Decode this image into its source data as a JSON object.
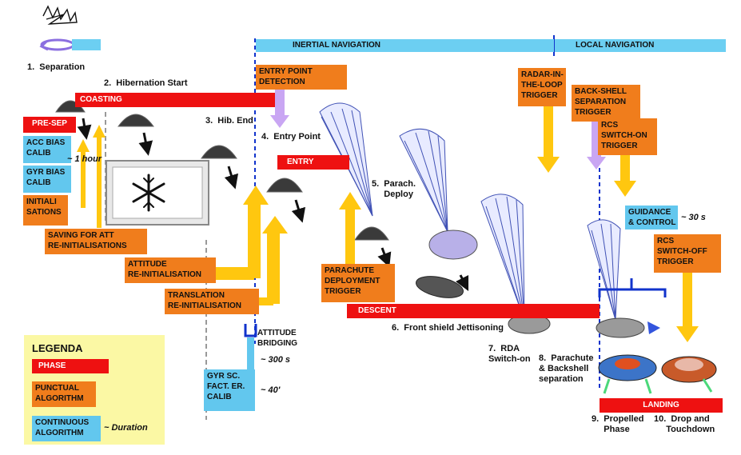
{
  "navigation": {
    "inertial": "INERTIAL NAVIGATION",
    "local": "LOCAL NAVIGATION"
  },
  "steps": {
    "s1": "1.  Separation",
    "s2": "2.  Hibernation Start",
    "s3": "3.  Hib. End",
    "s4": "4.  Entry Point",
    "s5": "5.  Parach.\n     Deploy",
    "s6": "6.  Front shield Jettisoning",
    "s7": "7.  RDA\nSwitch-on",
    "s8": "8.  Parachute\n& Backshell\nseparation",
    "s9": "9.  Propelled\n     Phase",
    "s10": "10.  Drop and\n     Touchdown"
  },
  "phases": {
    "coasting": "COASTING",
    "entry": "ENTRY",
    "descent": "DESCENT",
    "landing": "LANDING",
    "pre_sep": "PRE-SEP"
  },
  "punctual": {
    "entry_point_detection": "ENTRY POINT\nDETECTION",
    "initialisations": "INITIALI\nSATIONS",
    "saving_att": "SAVING FOR ATT\nRE-INITIALISATIONS",
    "attitude_reinit": "ATTITUDE\nRE-INITIALISATION",
    "translation_reinit": "TRANSLATION\nRE-INITIALISATION",
    "parachute_trigger": "PARACHUTE\nDEPLOYMENT\nTRIGGER",
    "radar_trigger": "RADAR-IN-\nTHE-LOOP\nTRIGGER",
    "backshell_trigger": "BACK-SHELL\nSEPARATION\nTRIGGER",
    "rcs_on_trigger": "RCS\nSWITCH-ON\nTRIGGER",
    "rcs_off_trigger": "RCS\nSWITCH-OFF\nTRIGGER"
  },
  "continuous": {
    "acc_bias": "ACC BIAS\nCALIB",
    "gyr_bias": "GYR BIAS\nCALIB",
    "gyr_sc": "GYR SC.\nFACT. ER.\nCALIB",
    "guidance": "GUIDANCE\n& CONTROL"
  },
  "attitude_bridging": "ATTITUDE\nBRIDGING",
  "durations": {
    "one_hour": "~ 1 hour",
    "thirty_s": "~ 30 s",
    "three_hundred_s": "~ 300 s",
    "forty": "~ 40'"
  },
  "legend": {
    "title": "LEGENDA",
    "phase": "PHASE",
    "punctual": "PUNCTUAL\nALGORITHM",
    "continuous": "CONTINUOUS\nALGORITHM",
    "duration": "~ Duration"
  },
  "colors": {
    "phase": "#ee1111",
    "punctual": "#f07d1c",
    "continuous": "#62c7ee",
    "trigger_arrow": "#ffc70f",
    "command_arrow": "#c9a6f3",
    "navline": "#1133cc",
    "legend_bg": "#fbf8a4"
  },
  "icons": [
    "snowflake-icon",
    "probe-capsule-icon",
    "parachute-icon",
    "lander-icon",
    "separation-scribble-icon"
  ]
}
